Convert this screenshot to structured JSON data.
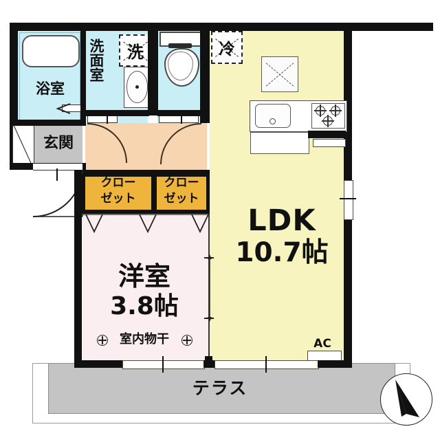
{
  "plan": {
    "type": "japanese-apartment-floor-plan",
    "layout_name": "1LDK",
    "rooms": [
      {
        "key": "ldk",
        "label": "LDK",
        "size": "10.7帖",
        "color": "#f7f4c0"
      },
      {
        "key": "bedroom",
        "label": "洋室",
        "size": "3.8帖",
        "color": "#fbeef0"
      },
      {
        "key": "bath",
        "label": "浴室",
        "size": "",
        "color": "#c9eef5"
      },
      {
        "key": "washroom",
        "label": "洗面室",
        "size": "",
        "color": "#c9eef5"
      },
      {
        "key": "toilet",
        "label": "",
        "size": "",
        "color": "#c9eef5"
      },
      {
        "key": "entrance",
        "label": "玄関",
        "size": "",
        "color": "#c4c4c4"
      },
      {
        "key": "terrace",
        "label": "テラス",
        "size": "",
        "color": "#c4c4c4"
      }
    ],
    "labels": {
      "ldk_name": "LDK",
      "ldk_size": "10.7帖",
      "bedroom_name": "洋室",
      "bedroom_size": "3.8帖",
      "bedroom_note": "室内物干",
      "bath": "浴室",
      "washroom": "洗面室",
      "entrance": "玄関",
      "terrace": "テラス",
      "closet_1_line1": "クロー",
      "closet_1_line2": "ゼット",
      "closet_2_line1": "クロー",
      "closet_2_line2": "ゼット",
      "washer": "洗",
      "fridge": "冷",
      "ac": "AC"
    },
    "colors": {
      "ldk": "#f7f4c0",
      "bedroom": "#fbeef0",
      "water": "#c9eef5",
      "hall": "#f7d5b0",
      "gray": "#c4c4c4",
      "closet": "#efb43c",
      "wall": "#111111",
      "white": "#ffffff"
    },
    "icons": {
      "washer": "washing-machine-icon",
      "fridge": "refrigerator-icon",
      "compass": "compass-north-icon",
      "hanger": "clothes-hanger-icon",
      "ac": "air-conditioner-icon"
    }
  }
}
